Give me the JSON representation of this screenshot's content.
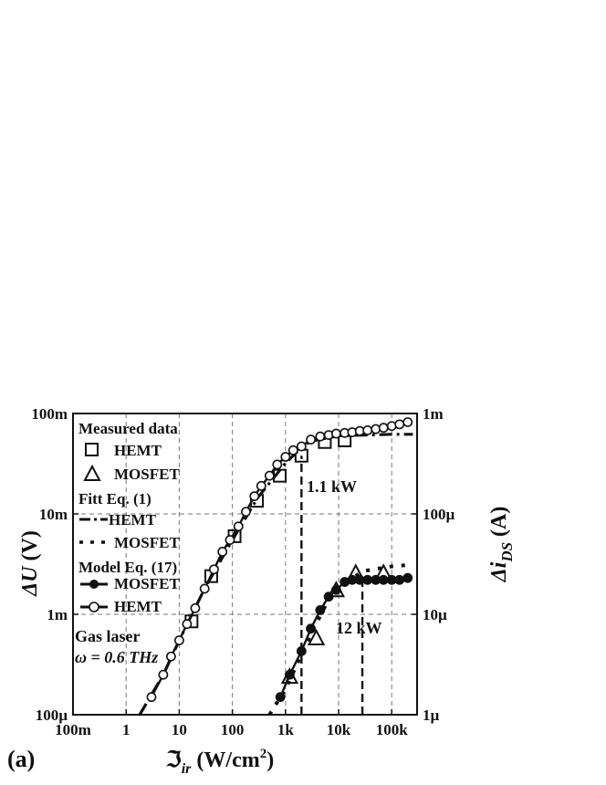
{
  "chart_data": {
    "type": "line",
    "x_scale": "log",
    "y_scale": "log",
    "xlim": [
      0.1,
      300000
    ],
    "ylim_left": [
      0.0001,
      0.1
    ],
    "ylim_right": [
      1e-06,
      0.001
    ],
    "grid": true,
    "x_ticks": [
      "100m",
      "1",
      "10",
      "100",
      "1k",
      "10k",
      "100k"
    ],
    "y_ticks_left": [
      "100µ",
      "1m",
      "10m",
      "100m"
    ],
    "y_ticks_right": [
      "1µ",
      "10µ",
      "100µ",
      "1m"
    ],
    "xlabel": {
      "main": "ℑ",
      "sub": "ir",
      "text": " (W/cm",
      "sup": "2",
      "close": ")"
    },
    "ylabel_left": {
      "delta": "Δ",
      "var": "U",
      "unit": " (V)"
    },
    "ylabel_right": {
      "delta": "Δ",
      "var": "i",
      "sub": "DS",
      "unit": " (A)"
    },
    "panel_label": "(a)",
    "legend": {
      "heading_measured": "Measured data",
      "heading_fit": "Fitt Eq. (1)",
      "heading_model": "Model Eq. (17)",
      "hemt": "HEMT",
      "mosfet": "MOSFET"
    },
    "annotations": {
      "gas_laser": "Gas laser",
      "omega": "ω = 0.6 THz",
      "kw_hemt": "1.1 kW",
      "kw_mosfet": "12 kW"
    },
    "series": [
      {
        "name": "HEMT",
        "group": "Measured data",
        "axis": "left",
        "marker": "open-square",
        "x": [
          17,
          40,
          110,
          290,
          780,
          2000,
          5500,
          13000
        ],
        "y": [
          0.00085,
          0.0024,
          0.006,
          0.0135,
          0.024,
          0.038,
          0.052,
          0.054
        ]
      },
      {
        "name": "MOSFET",
        "group": "Measured data",
        "axis": "right",
        "marker": "open-triangle",
        "x": [
          1200,
          3800,
          9000,
          21000,
          70000
        ],
        "y": [
          2.4e-06,
          5.8e-06,
          1.75e-05,
          2.6e-05,
          2.6e-05
        ]
      },
      {
        "name": "HEMT",
        "group": "Fitt Eq. (1)",
        "axis": "left",
        "style": "dash-dot",
        "x": [
          1.8,
          5,
          10,
          30,
          100,
          300,
          1000,
          2000,
          3000,
          10000,
          100000,
          250000
        ],
        "y": [
          0.0001,
          0.00025,
          0.00055,
          0.0018,
          0.0055,
          0.0145,
          0.032,
          0.046,
          0.053,
          0.06,
          0.062,
          0.062
        ]
      },
      {
        "name": "MOSFET",
        "group": "Fitt Eq. (1)",
        "axis": "right",
        "style": "dotted",
        "x": [
          500,
          1000,
          3000,
          6000,
          10000,
          30000,
          100000,
          200000
        ],
        "y": [
          1e-06,
          1.8e-06,
          6.3e-06,
          1.3e-05,
          1.9e-05,
          2.7e-05,
          3e-05,
          3.1e-05
        ]
      },
      {
        "name": "MOSFET",
        "group": "Model Eq. (17)",
        "axis": "right",
        "marker": "filled-circle",
        "x": [
          800,
          1200,
          2000,
          3000,
          4500,
          6500,
          9000,
          13000,
          18000,
          25000,
          35000,
          50000,
          70000,
          100000,
          140000,
          200000
        ],
        "y": [
          1.5e-06,
          2.5e-06,
          4.3e-06,
          7.2e-06,
          1.1e-05,
          1.5e-05,
          1.75e-05,
          2.1e-05,
          2.2e-05,
          2.2e-05,
          2.2e-05,
          2.2e-05,
          2.2e-05,
          2.2e-05,
          2.2e-05,
          2.3e-05
        ]
      },
      {
        "name": "HEMT",
        "group": "Model Eq. (17)",
        "axis": "left",
        "marker": "open-circle",
        "x": [
          3,
          5,
          7,
          10,
          14,
          20,
          30,
          45,
          65,
          90,
          130,
          180,
          260,
          350,
          500,
          700,
          1000,
          1400,
          2000,
          3000,
          4500,
          6500,
          9000,
          13000,
          18000,
          25000,
          35000,
          50000,
          70000,
          100000,
          140000,
          200000
        ],
        "y": [
          0.00015,
          0.00025,
          0.00038,
          0.00055,
          0.0008,
          0.00115,
          0.0018,
          0.0028,
          0.0042,
          0.0055,
          0.0075,
          0.0105,
          0.015,
          0.019,
          0.024,
          0.031,
          0.037,
          0.043,
          0.047,
          0.055,
          0.059,
          0.061,
          0.063,
          0.064,
          0.065,
          0.067,
          0.068,
          0.07,
          0.072,
          0.075,
          0.078,
          0.082
        ]
      }
    ],
    "markers": [
      {
        "label": "1.1 kW",
        "x": 2000,
        "from_y": 0.0001,
        "to_y": 0.038,
        "axis": "left"
      },
      {
        "label": "12 kW",
        "x": 28000,
        "from_y": 1e-06,
        "to_y": 2.2e-05,
        "axis": "right"
      }
    ]
  }
}
